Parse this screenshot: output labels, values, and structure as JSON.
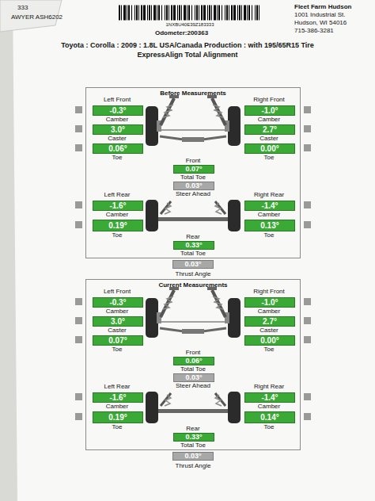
{
  "diagram": {
    "title": "ExpressAlign Total Alignment",
    "nodes": [
      {
        "text": [
          "Before Measurements"
        ]
      },
      {
        "text": [
          "-0.3°"
        ],
        "in": 0
      },
      {
        "text": [
          "3.0°"
        ],
        "in": 0
      },
      {
        "text": [
          "0.06°"
        ],
        "in": 0
      },
      {
        "text": [
          "-1.0°"
        ],
        "in": 0
      },
      {
        "text": [
          "2.7°"
        ],
        "in": 0
      },
      {
        "text": [
          "0.00°"
        ],
        "in": 0
      },
      {
        "text": [
          "0.07°"
        ],
        "in": 0
      },
      {
        "text": [
          "0.03°"
        ],
        "in": 0
      },
      {
        "text": [
          "-1.6°"
        ],
        "in": 0
      },
      {
        "text": [
          "0.19°"
        ],
        "in": 0
      },
      {
        "text": [
          "-1.4°"
        ],
        "in": 0
      },
      {
        "text": [
          "0.13°"
        ],
        "in": 0
      },
      {
        "text": [
          "0.33°"
        ],
        "in": 0
      },
      {
        "text": [
          "0.03°"
        ]
      },
      {
        "text": [
          "Current Measurements"
        ]
      },
      {
        "text": [
          "-0.3°"
        ],
        "in": 15
      },
      {
        "text": [
          "3.0°"
        ],
        "in": 15
      },
      {
        "text": [
          "0.07°"
        ],
        "in": 15
      },
      {
        "text": [
          "-1.0°"
        ],
        "in": 15
      },
      {
        "text": [
          "2.7°"
        ],
        "in": 15
      },
      {
        "text": [
          "0.00°"
        ],
        "in": 15
      },
      {
        "text": [
          "0.06°"
        ],
        "in": 15
      },
      {
        "text": [
          "0.03°"
        ],
        "in": 15
      },
      {
        "text": [
          "-1.6°"
        ],
        "in": 15
      },
      {
        "text": [
          "0.19°"
        ],
        "in": 15
      },
      {
        "text": [
          "-1.4°"
        ],
        "in": 15
      },
      {
        "text": [
          "0.14°"
        ],
        "in": 15
      },
      {
        "text": [
          "0.33°"
        ],
        "in": 15
      },
      {
        "text": [
          "0.03°"
        ]
      }
    ],
    "labels": [
      "333",
      "AWYER ASH6202",
      "1NXBU40E39Z183333",
      "Odometer:200363",
      "Fleet Farm Hudson",
      "1001 Industrial St.",
      "Hudson, WI 54016",
      "715-386-3281",
      "Toyota : Corolla : 2009 : 1.8L USA/Canada Production : with 195/65R15 Tire",
      "Left Front",
      "Camber",
      "Caster",
      "Toe",
      "Right Front",
      "Camber",
      "Caster",
      "Toe",
      "Front",
      "Total Toe",
      "Steer Ahead",
      "Left Rear",
      "Camber",
      "Toe",
      "Right Rear",
      "Camber",
      "Toe",
      "Rear",
      "Total Toe",
      "Thrust Angle",
      "Left Front",
      "Camber",
      "Caster",
      "Toe",
      "Right Front",
      "Camber",
      "Caster",
      "Toe",
      "Front",
      "Total Toe",
      "Steer Ahead",
      "Left Rear",
      "Camber",
      "Toe",
      "Right Rear",
      "Camber",
      "Toe",
      "Rear",
      "Total Toe",
      "Thrust Angle"
    ]
  }
}
